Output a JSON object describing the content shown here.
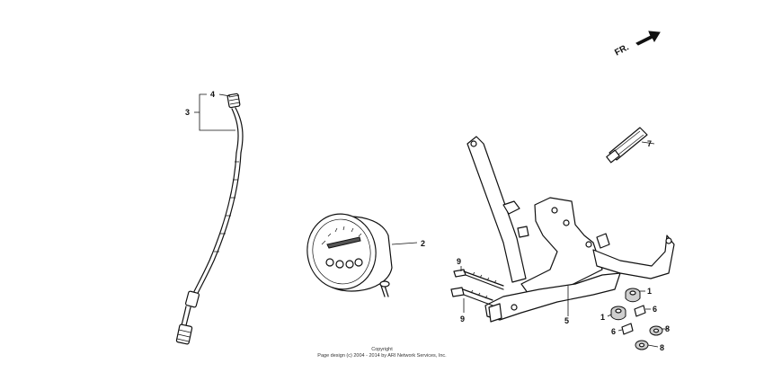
{
  "direction_label": "FR.",
  "callouts": {
    "c1a": "1",
    "c1b": "1",
    "c2": "2",
    "c3": "3",
    "c4": "4",
    "c5": "5",
    "c6a": "6",
    "c6b": "6",
    "c7": "7",
    "c8a": "8",
    "c8b": "8",
    "c9a": "9",
    "c9b": "9"
  },
  "copyright": {
    "line1": "Copyright",
    "line2": "Page design (c) 2004 - 2014 by ARI Network Services, Inc."
  },
  "colors": {
    "line": "#111111",
    "background": "#ffffff"
  }
}
